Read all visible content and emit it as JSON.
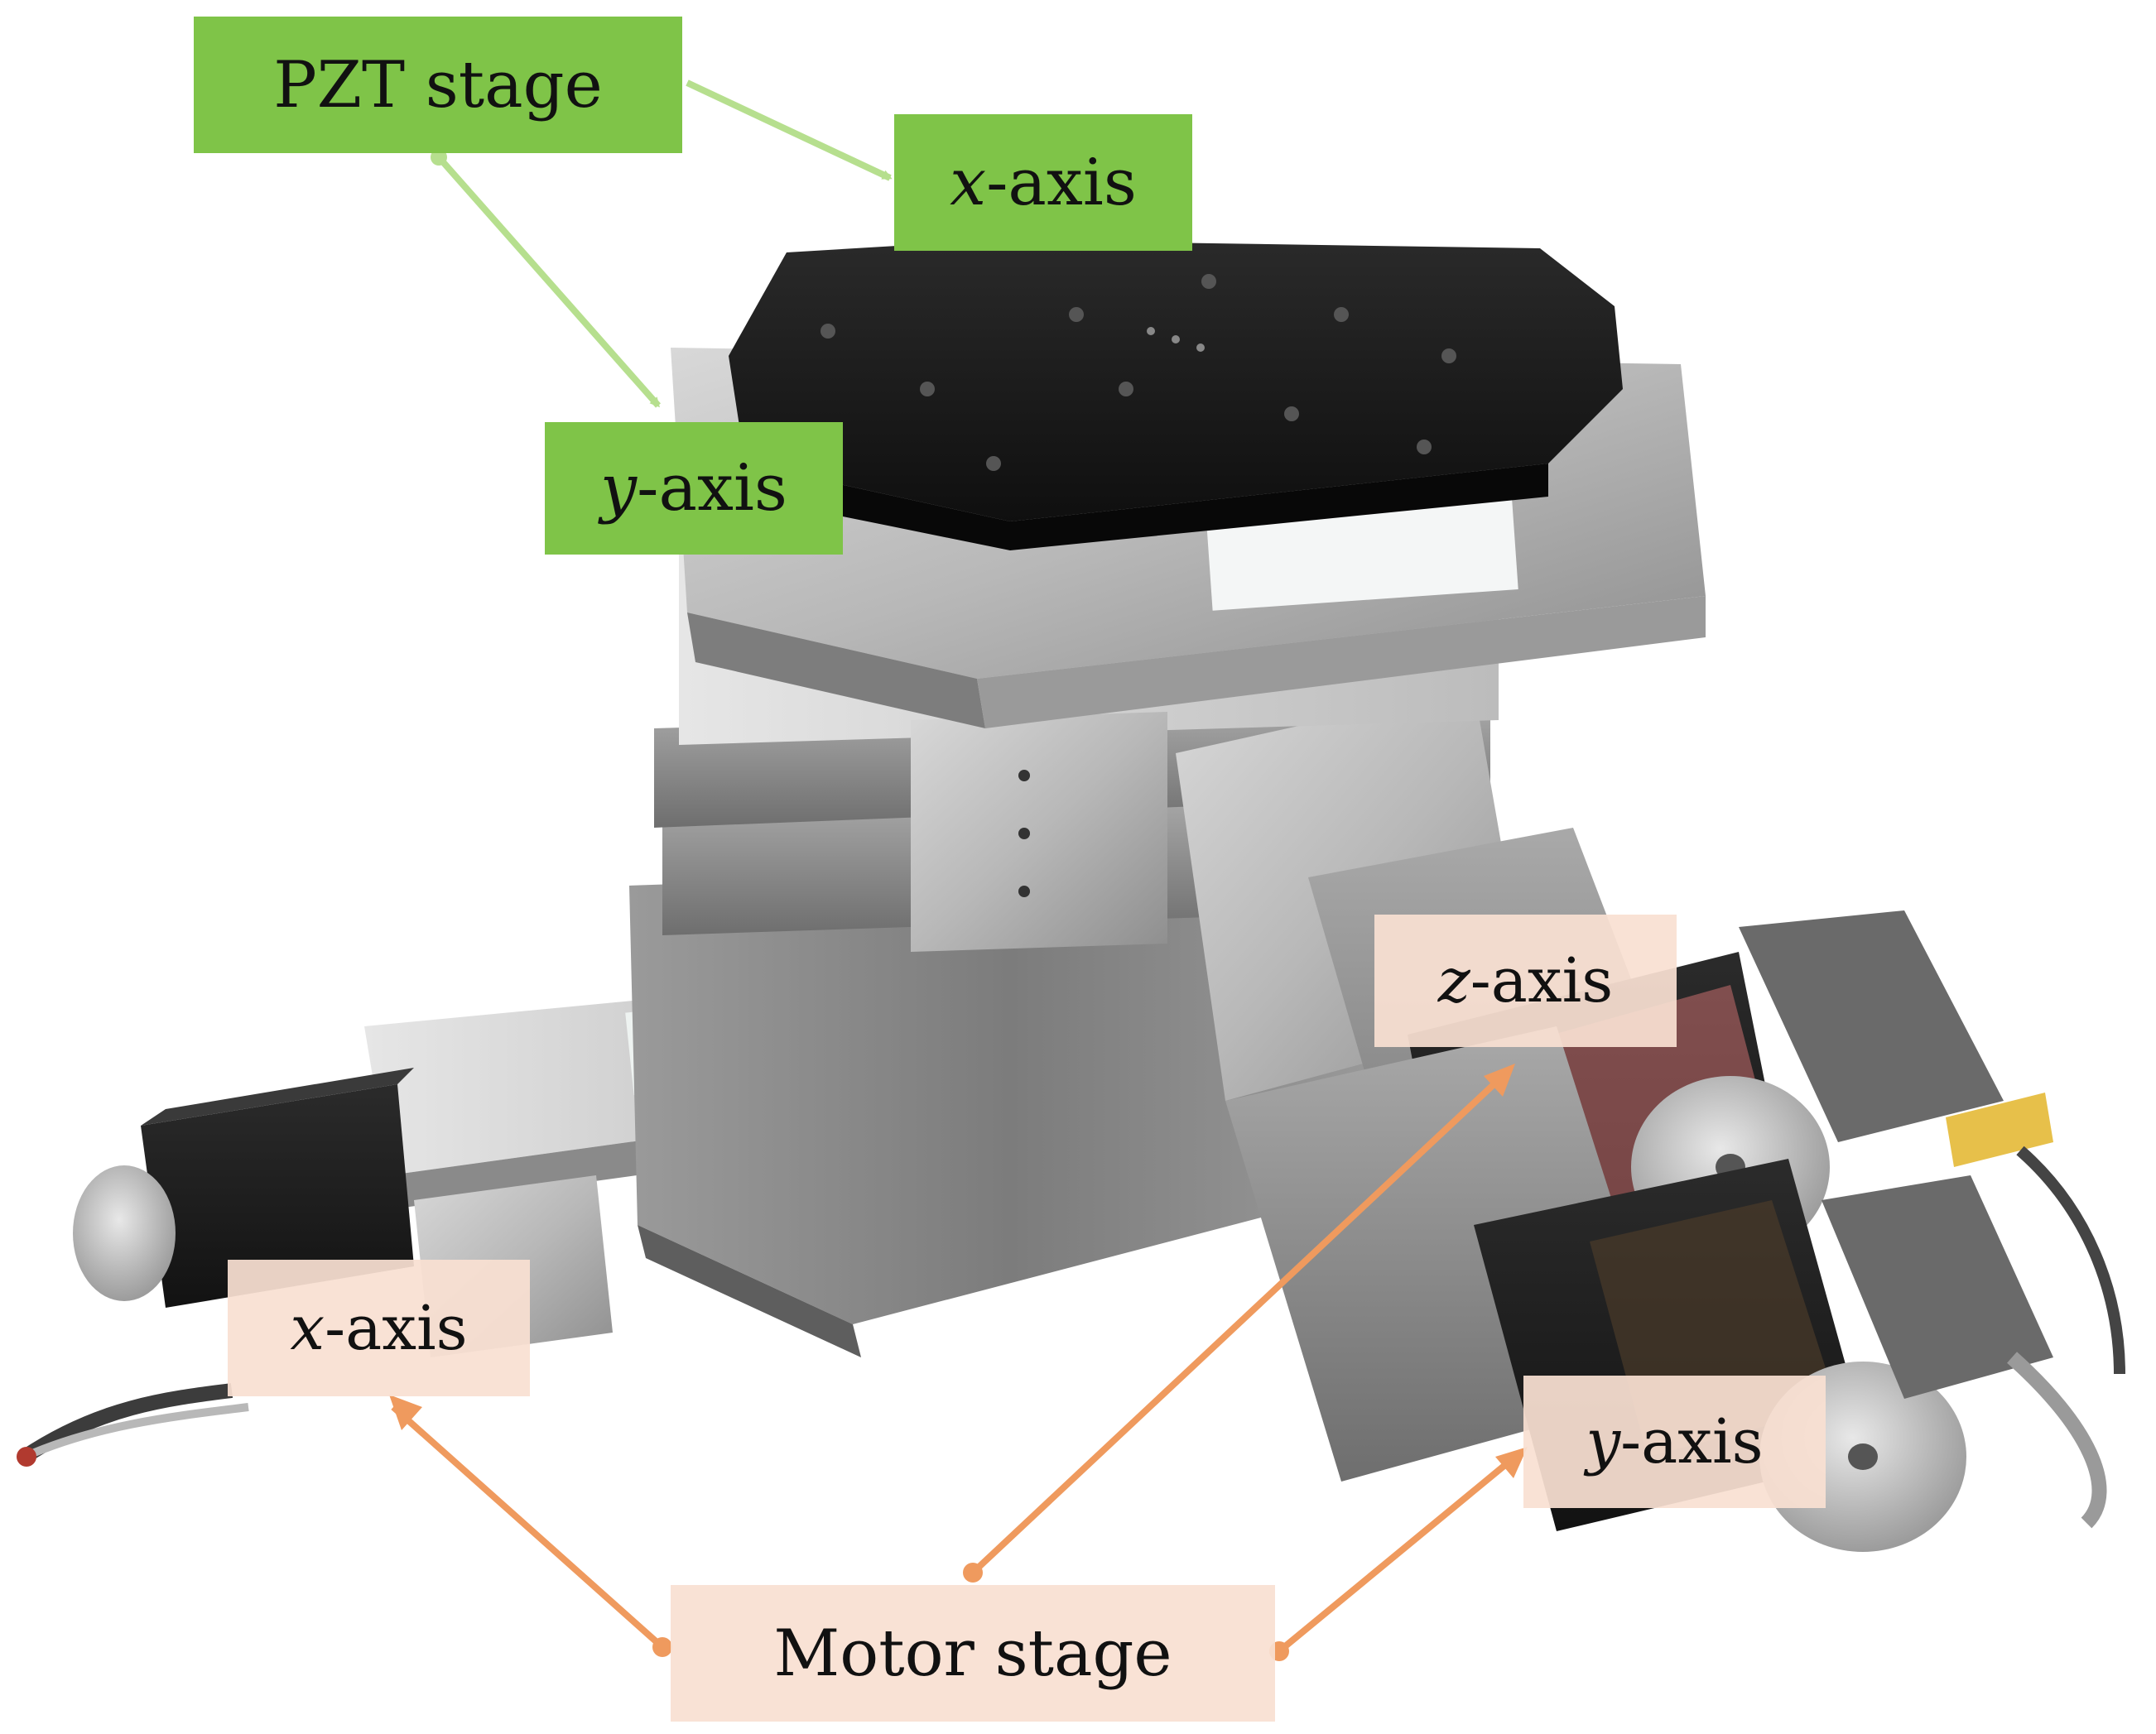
{
  "pzt_stage": {
    "title": "PZT stage",
    "x_axis": {
      "var": "x",
      "suffix": "-axis"
    },
    "y_axis": {
      "var": "y",
      "suffix": "-axis"
    },
    "color": "#7fc448",
    "arrow_color": "#b6df8e"
  },
  "motor_stage": {
    "title": "Motor stage",
    "x_axis": {
      "var": "x",
      "suffix": "-axis"
    },
    "y_axis": {
      "var": "y",
      "suffix": "-axis"
    },
    "z_axis": {
      "var": "z",
      "suffix": "-axis"
    },
    "color": "#f9e0d2",
    "arrow_color": "#ef9a5e"
  }
}
